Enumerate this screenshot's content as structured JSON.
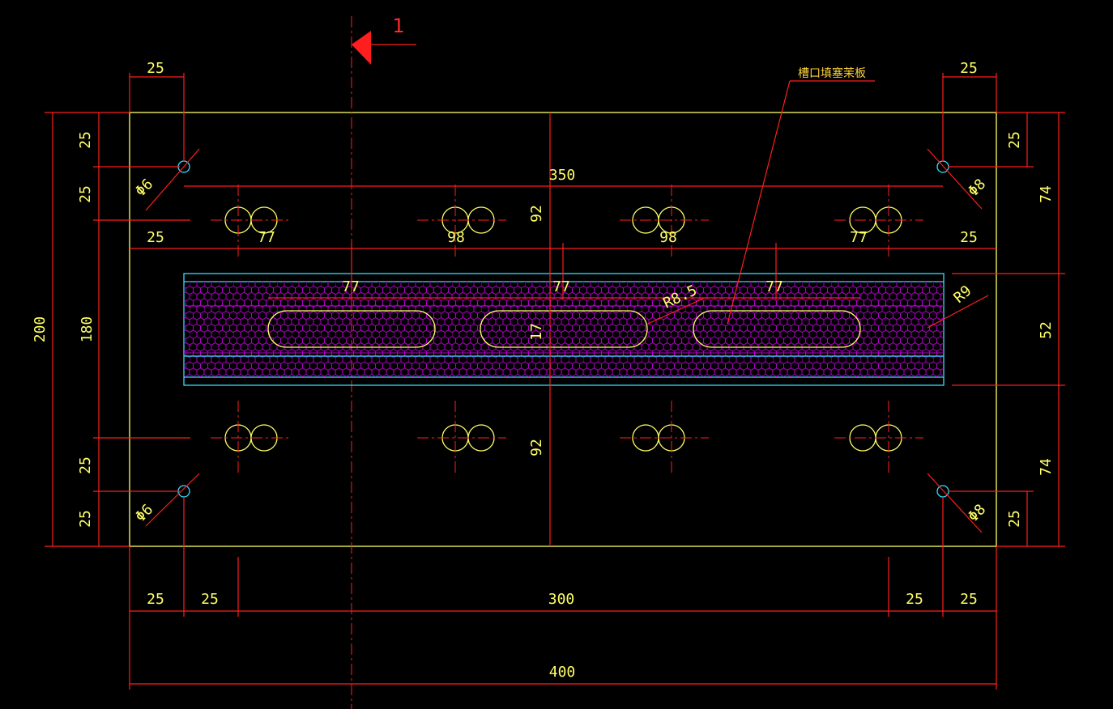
{
  "dimensions": {
    "top_left_25": "25",
    "top_right_25": "25",
    "overall_height": "200",
    "inner_height": "180",
    "left_v_25_a": "25",
    "left_v_25_b": "25",
    "left_v_25_c": "25",
    "left_v_25_d": "25",
    "right_v_25_a": "25",
    "right_v_25_b": "25",
    "right_74_top": "74",
    "right_52": "52",
    "right_74_bottom": "74",
    "span_350": "350",
    "v_92_top": "92",
    "v_92_bottom": "92",
    "row_25_left": "25",
    "row_77_left": "77",
    "row_98_a": "98",
    "row_98_b": "98",
    "row_77_right": "77",
    "row_25_right": "25",
    "slot_77_a": "77",
    "slot_77_b": "77",
    "slot_77_c": "77",
    "slot_17": "17",
    "radius_slot": "R8.5",
    "radius_edge": "R9",
    "phi_tl": "Φ6",
    "phi_tr": "Φ8",
    "phi_bl": "Φ6",
    "phi_br": "Φ8",
    "bottom_25_a": "25",
    "bottom_25_b": "25",
    "bottom_300": "300",
    "bottom_25_c": "25",
    "bottom_25_d": "25",
    "overall_width": "400"
  },
  "labels": {
    "leader_note": "槽口填塞茉板",
    "section_mark": "1"
  },
  "colors": {
    "background": "#000000",
    "outline": "#ffff66",
    "dimension_lines": "#ff1e1e",
    "strip": "#33e0ff",
    "hatch": "#b000c8",
    "hole_fill": "#a8a8a8"
  }
}
